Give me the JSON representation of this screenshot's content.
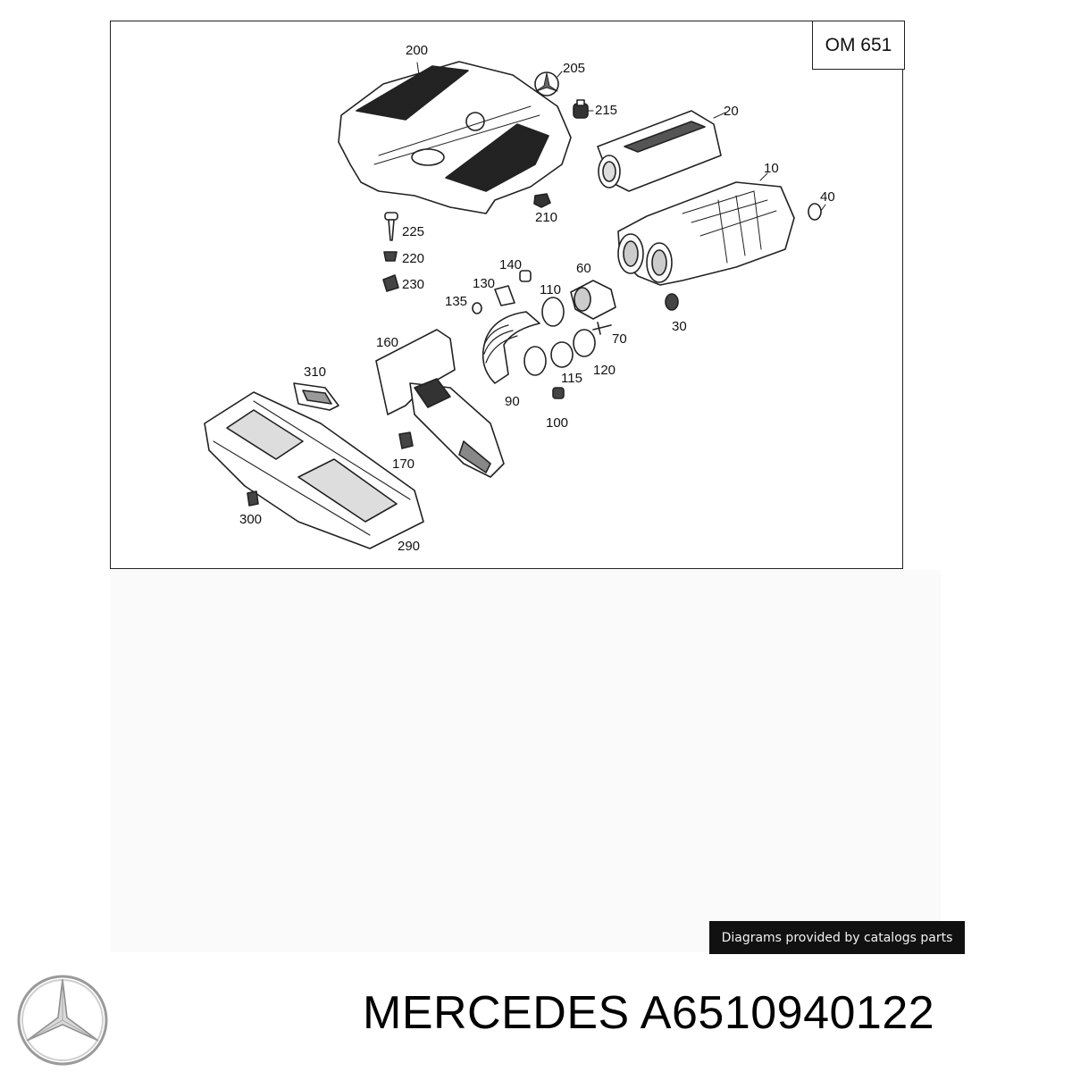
{
  "diagram": {
    "engine_label": "OM 651",
    "part_labels": [
      {
        "id": "200",
        "text": "200"
      },
      {
        "id": "205",
        "text": "205"
      },
      {
        "id": "215",
        "text": "215"
      },
      {
        "id": "20",
        "text": "20"
      },
      {
        "id": "10",
        "text": "10"
      },
      {
        "id": "40",
        "text": "40"
      },
      {
        "id": "210",
        "text": "210"
      },
      {
        "id": "225",
        "text": "225"
      },
      {
        "id": "220",
        "text": "220"
      },
      {
        "id": "230",
        "text": "230"
      },
      {
        "id": "140",
        "text": "140"
      },
      {
        "id": "60",
        "text": "60"
      },
      {
        "id": "130",
        "text": "130"
      },
      {
        "id": "110",
        "text": "110"
      },
      {
        "id": "135",
        "text": "135"
      },
      {
        "id": "30",
        "text": "30"
      },
      {
        "id": "70",
        "text": "70"
      },
      {
        "id": "160",
        "text": "160"
      },
      {
        "id": "310",
        "text": "310"
      },
      {
        "id": "120",
        "text": "120"
      },
      {
        "id": "115",
        "text": "115"
      },
      {
        "id": "90",
        "text": "90"
      },
      {
        "id": "100",
        "text": "100"
      },
      {
        "id": "170",
        "text": "170"
      },
      {
        "id": "300",
        "text": "300"
      },
      {
        "id": "290",
        "text": "290"
      }
    ]
  },
  "credit": "Diagrams provided by catalogs parts",
  "brand": "MERCEDES",
  "part_number": "A6510940122",
  "logo_icon": "mercedes-star-icon"
}
